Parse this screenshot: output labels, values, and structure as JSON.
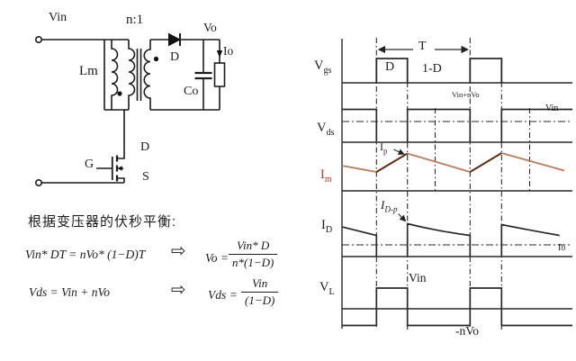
{
  "circuit": {
    "vin": "Vin",
    "turns_ratio": "n:1",
    "vo": "Vo",
    "io": "Io",
    "diode": "D",
    "magnetizing_inductance": "Lm",
    "output_cap": "Co",
    "gate": "G",
    "drain": "D",
    "source": "S"
  },
  "analysis": {
    "heading": "根据变压器的伏秒平衡:",
    "eq1": {
      "lhs": "Vin* DT = nVo* (1−D)T",
      "arrow": "⇨",
      "result_lhs": "Vo =",
      "numerator": "Vin* D",
      "denominator": "n*(1−D)"
    },
    "eq2": {
      "lhs": "Vds = Vin + nVo",
      "arrow": "⇨",
      "result_lhs": "Vds =",
      "numerator": "Vin",
      "denominator": "(1−D)"
    }
  },
  "waveforms": {
    "rows": [
      {
        "base": "V",
        "sub": "gs"
      },
      {
        "base": "V",
        "sub": "ds"
      },
      {
        "base": "I",
        "sub": "m"
      },
      {
        "base": "I",
        "sub": "D"
      },
      {
        "base": "V",
        "sub": "L"
      }
    ],
    "period": "T",
    "duty": "D",
    "one_minus_duty": "1-D",
    "vds_peak": "Vin+nVo",
    "vds_avg": "Vin",
    "im_peak": {
      "base": "I",
      "sub": "p"
    },
    "id_peak": {
      "base": "I",
      "sub": "D-p"
    },
    "io_level": "Io",
    "vl_high": "Vin",
    "vl_low": "-nVo"
  },
  "colors": {
    "ink": "#1c1c1c",
    "im_rise": "#5f2e14",
    "im_fall": "#b97c5c",
    "im_label": "#c3372c"
  }
}
